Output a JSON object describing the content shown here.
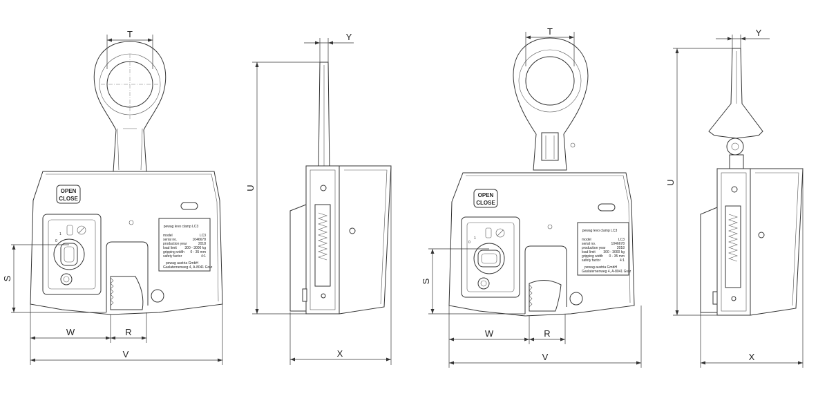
{
  "dimension_labels": {
    "T": "T",
    "Y": "Y",
    "U": "U",
    "X": "X",
    "S": "S",
    "W": "W",
    "R": "R",
    "V": "V"
  },
  "open_close_button": {
    "open": "OPEN",
    "close": "CLOSE"
  },
  "lever_marks": {
    "closed": "0",
    "open": "1"
  },
  "plates": [
    {
      "title": "pewag levo clamp LC3",
      "rows": [
        {
          "label": "model",
          "value": "LC3"
        },
        {
          "label": "serial no.",
          "value": "1046678"
        },
        {
          "label": "production year",
          "value": "2018"
        },
        {
          "label": "load limit",
          "value": "300 - 3000 kg"
        },
        {
          "label": "gripping width",
          "value": "0 - 35 mm"
        },
        {
          "label": "safety factor",
          "value": "4:1"
        }
      ],
      "maker": "pewag austria GmbH",
      "address": "Gaslaternenweg 4, A-8041 Graz"
    },
    {
      "title": "pewag levo clamp LC3",
      "rows": [
        {
          "label": "model",
          "value": "LC3"
        },
        {
          "label": "serial no.",
          "value": "1046678"
        },
        {
          "label": "production year",
          "value": "2018"
        },
        {
          "label": "load limit",
          "value": "300 - 3000 kg"
        },
        {
          "label": "gripping width",
          "value": "0 - 35 mm"
        },
        {
          "label": "safety factor",
          "value": "4:1"
        }
      ],
      "maker": "pewag austria GmbH",
      "address": "Gaslaternenweg 4, A-8041 Graz"
    }
  ]
}
